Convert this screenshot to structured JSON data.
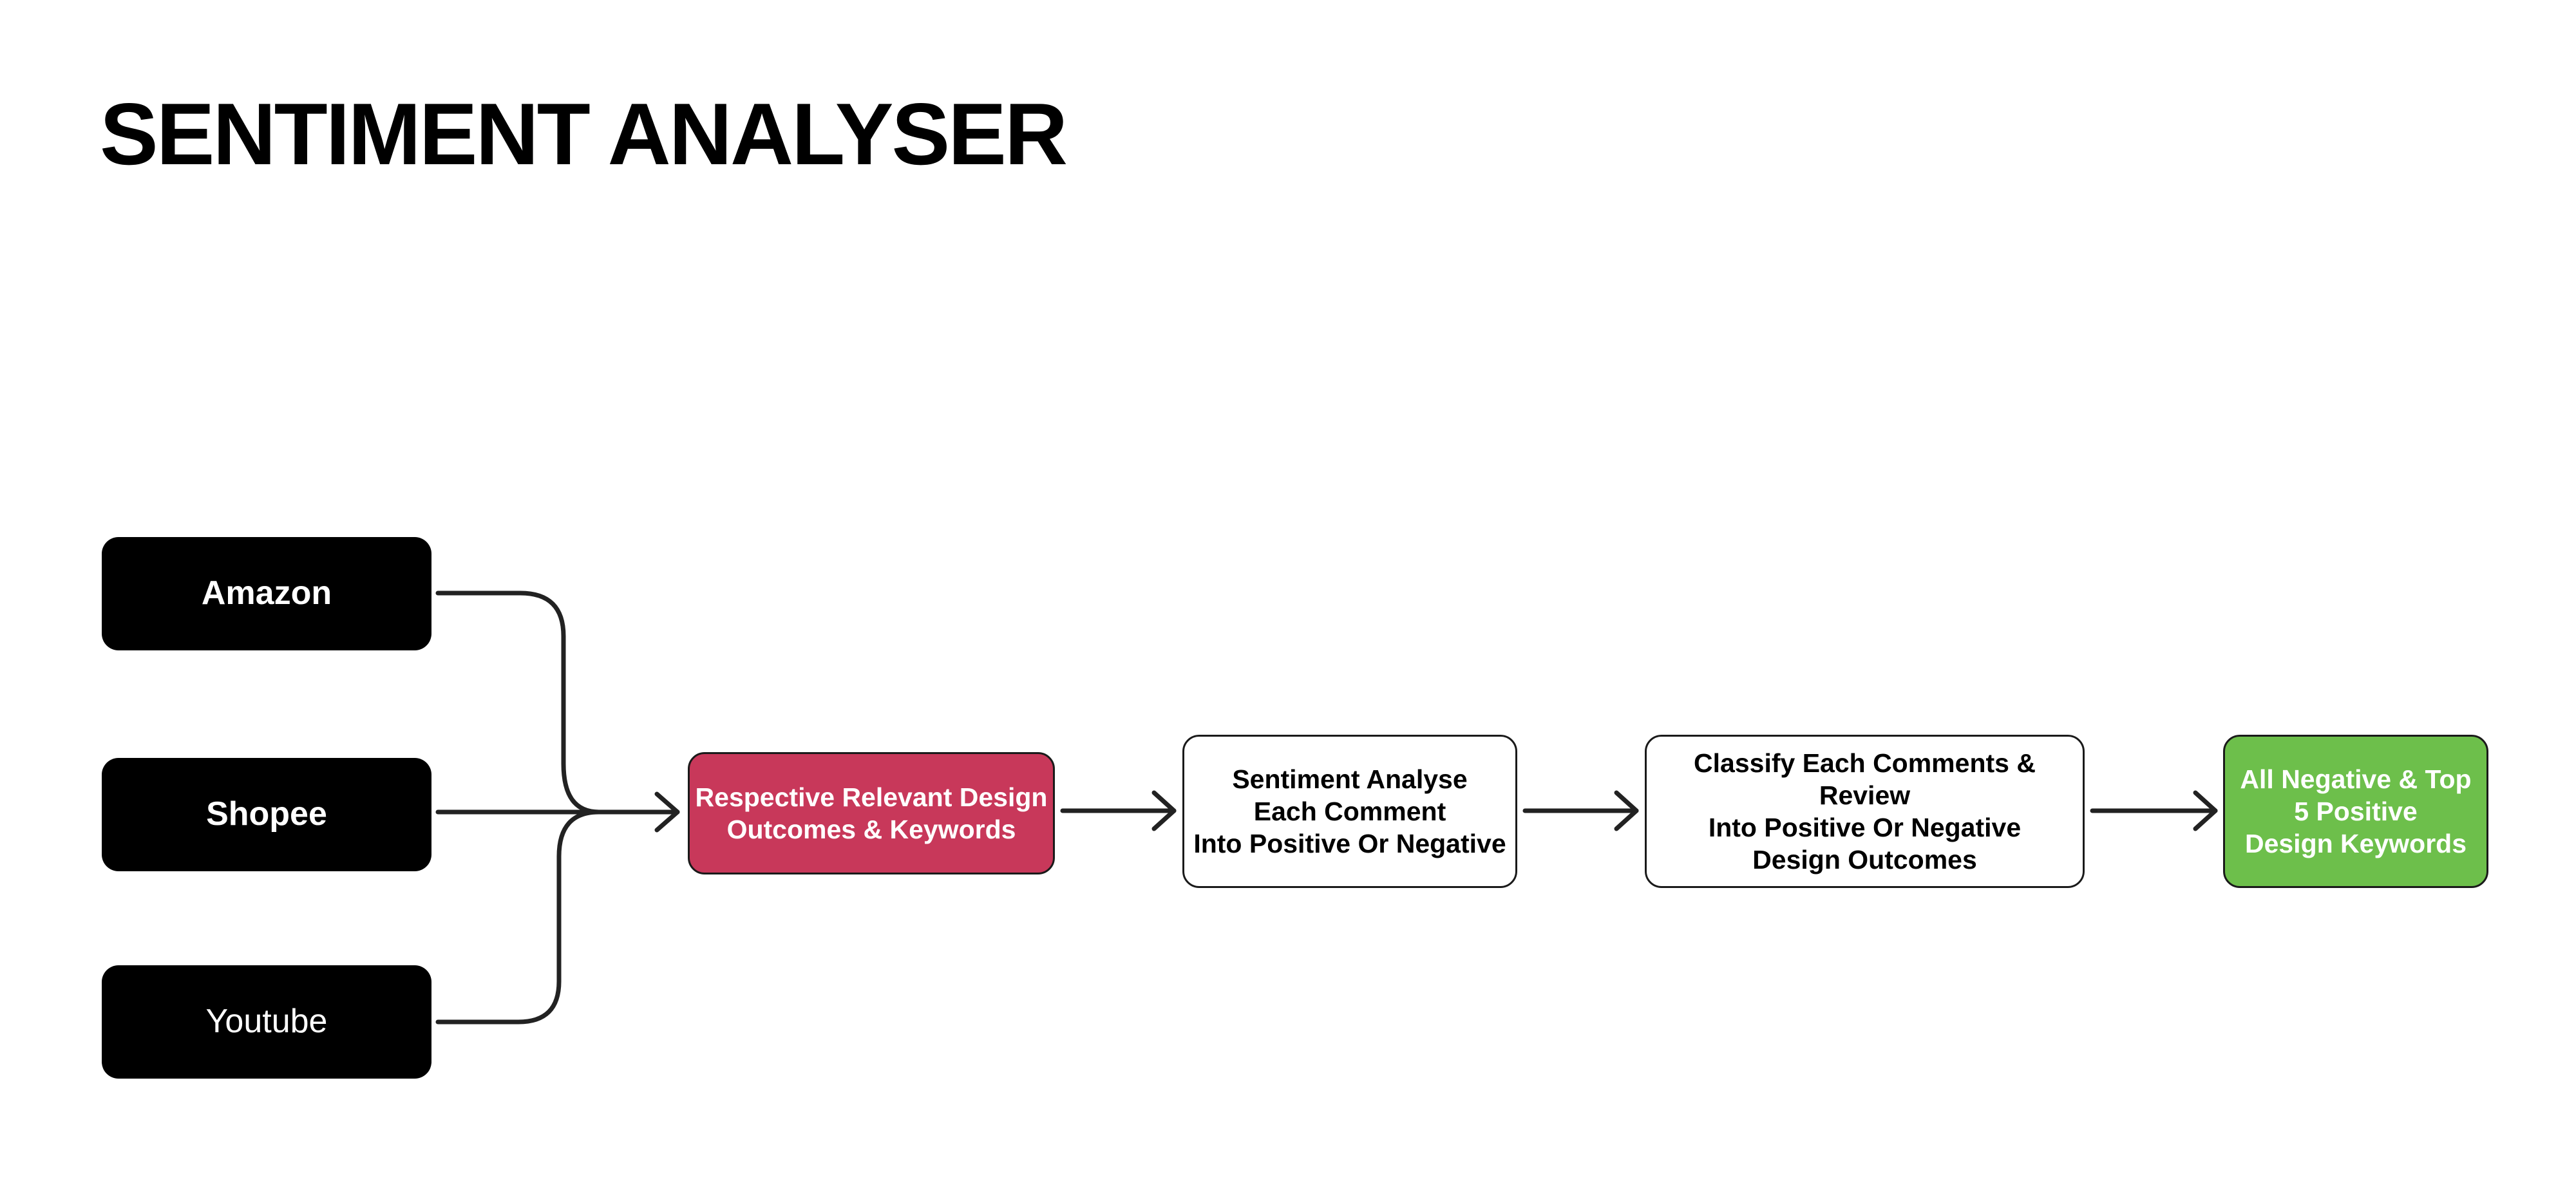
{
  "title": "SENTIMENT ANALYSER",
  "colors": {
    "keywords_fill": "#c8385a",
    "output_fill": "#6dbf4b",
    "source_fill": "#000000",
    "line": "#222222"
  },
  "sources": {
    "amazon": "Amazon",
    "shopee": "Shopee",
    "youtube": "Youtube"
  },
  "steps": {
    "keywords": "Respective Relevant Design\nOutcomes & Keywords",
    "sentiment": "Sentiment Analyse\nEach Comment\nInto Positive Or Negative",
    "classify": "Classify Each Comments & Review\nInto Positive Or Negative\nDesign Outcomes",
    "output": "All Negative & Top\n5 Positive\nDesign Keywords"
  }
}
